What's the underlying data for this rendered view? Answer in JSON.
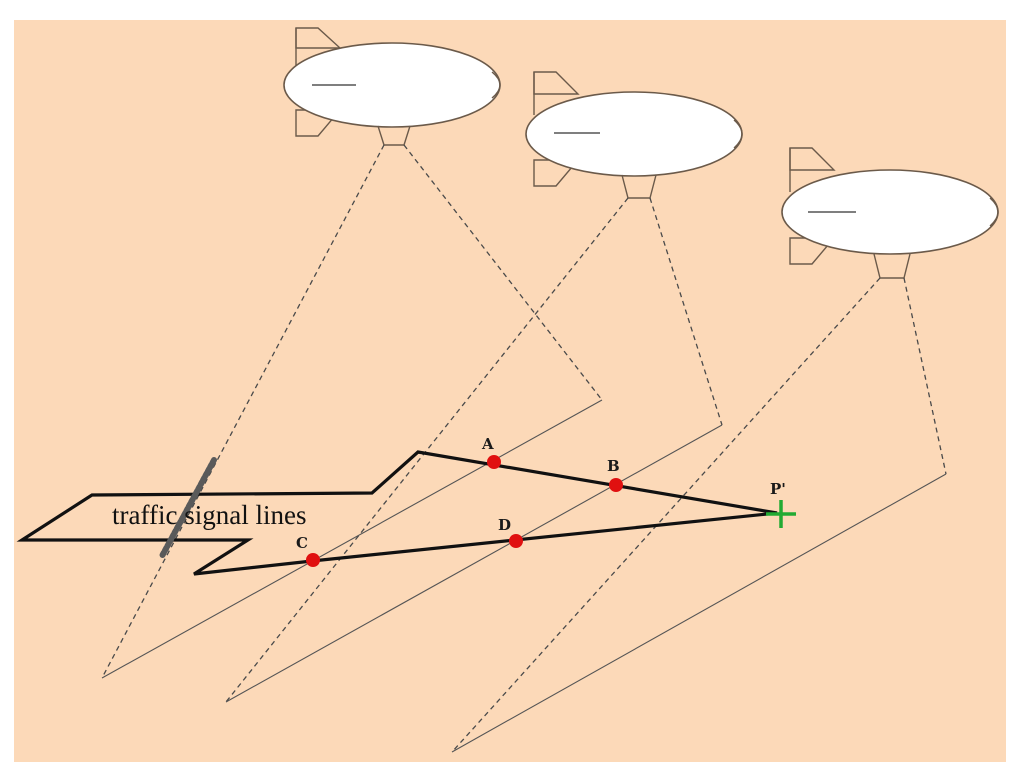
{
  "diagram": {
    "caption": "traffic signal lines",
    "points": [
      {
        "id": "A",
        "label": "A"
      },
      {
        "id": "B",
        "label": "B"
      },
      {
        "id": "C",
        "label": "C"
      },
      {
        "id": "D",
        "label": "D"
      },
      {
        "id": "P",
        "label": "P'"
      }
    ],
    "colors": {
      "background": "#fcd9b8",
      "point": "#e01010",
      "target": "#22aa33",
      "blimp_fill": "#ffffff",
      "road": "#111111"
    },
    "icons": [
      "blimp-icon",
      "target-cross-icon"
    ]
  }
}
